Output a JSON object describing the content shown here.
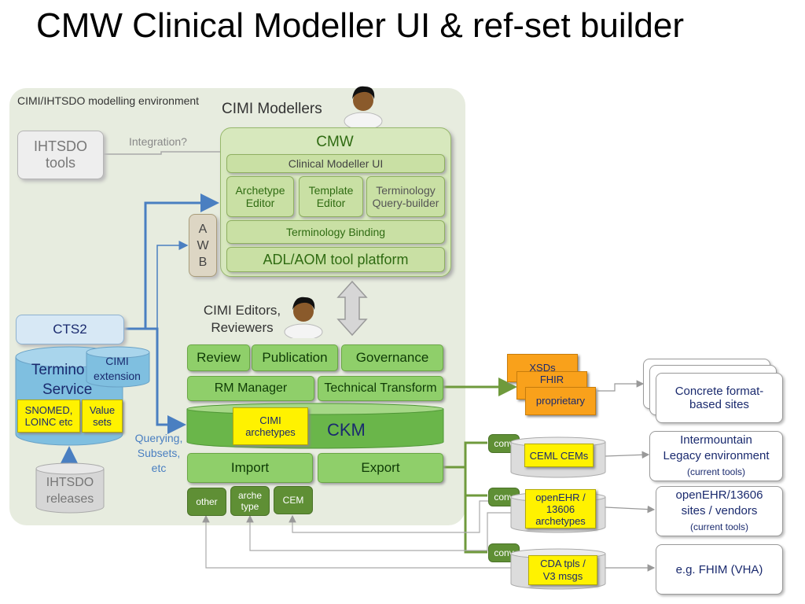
{
  "title": "CMW Clinical Modeller UI & ref-set builder",
  "environment_label": "CIMI/IHTSDO modelling environment",
  "modellers_label": "CIMI Modellers",
  "editors_label": [
    "CIMI Editors,",
    "Reviewers"
  ],
  "ihtsdo_tools": [
    "IHTSDO",
    "tools"
  ],
  "integration_label": "Integration?",
  "cmw": {
    "title": "CMW",
    "ui_label": "Clinical Modeller UI",
    "archetype_editor": [
      "Archetype",
      "Editor"
    ],
    "template_editor": [
      "Template",
      "Editor"
    ],
    "terminology_qb": [
      "Terminology",
      "Query-builder"
    ],
    "binding": "Terminology Binding",
    "platform": "ADL/AOM tool platform"
  },
  "awb": [
    "A",
    "W",
    "B"
  ],
  "cts2": "CTS2",
  "termino": {
    "service": [
      "Termino",
      "Service"
    ],
    "extension": [
      "CIMI",
      "extension"
    ],
    "snomed": [
      "SNOMED,",
      "LOINC etc"
    ],
    "valuesets": [
      "Value",
      "sets"
    ]
  },
  "ihtsdo_releases": [
    "IHTSDO",
    "releases"
  ],
  "querying": [
    "Querying,",
    "Subsets,",
    "etc"
  ],
  "ckm": {
    "review": "Review",
    "publication": "Publication",
    "governance": "Governance",
    "rm_manager": "RM Manager",
    "tech_transform": "Technical Transform",
    "ckm_label": "CKM",
    "archetypes": [
      "CIMI",
      "archetypes"
    ],
    "import": "Import",
    "export": "Export",
    "other": "other",
    "archetype": [
      "arche",
      "type"
    ],
    "cem": "CEM"
  },
  "outputs": {
    "xsds": "XSDs",
    "fhir": "FHIR",
    "proprietary": "proprietary",
    "conv": "conv",
    "ceml": "CEML CEMs",
    "openehr": [
      "openEHR /",
      "13606",
      "archetypes"
    ],
    "cda": [
      "CDA tpls /",
      "V3 msgs"
    ]
  },
  "sites": {
    "concrete": [
      "Concrete format-",
      "based sites"
    ],
    "intermountain": [
      "Intermountain",
      "Legacy environment",
      "(current tools)"
    ],
    "openehr": [
      "openEHR/13606",
      "sites / vendors",
      "(current tools)"
    ],
    "fhim": "e.g. FHIM (VHA)"
  },
  "colors": {
    "env_bg": "#e7ecdf",
    "green_btn": "#8fcf6a",
    "dark_green": "#5f8f35",
    "blue_arrow": "#4a7fc1",
    "sticky": "#fff200",
    "orange": "#f9a11b"
  }
}
